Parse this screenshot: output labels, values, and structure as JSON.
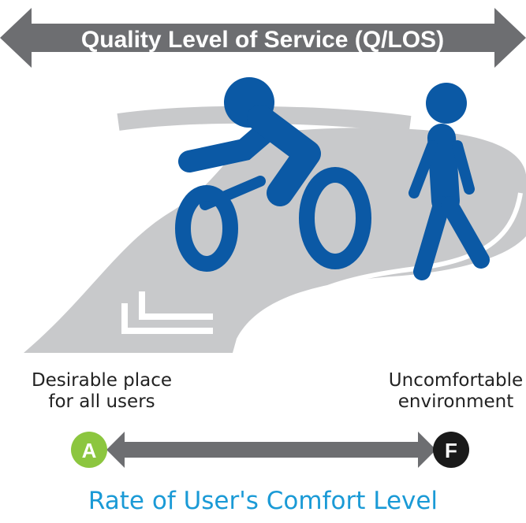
{
  "title": "Quality Level of Service (Q/LOS)",
  "left_label": {
    "line1": "Desirable place",
    "line2": "for all users"
  },
  "right_label": {
    "line1": "Uncomfortable",
    "line2": "environment"
  },
  "scale": {
    "start_grade": "A",
    "end_grade": "F"
  },
  "subtitle": "Rate of User's Comfort Level",
  "colors": {
    "banner": "#6d6e71",
    "figure_blue": "#0b59a5",
    "road_gray": "#c8c9cb",
    "grade_a_green": "#8cc63f",
    "grade_f_black": "#1a1a1a",
    "subtitle_blue": "#1a9ad6"
  },
  "icons": [
    "cyclist-icon",
    "pedestrian-icon",
    "road-icon"
  ]
}
